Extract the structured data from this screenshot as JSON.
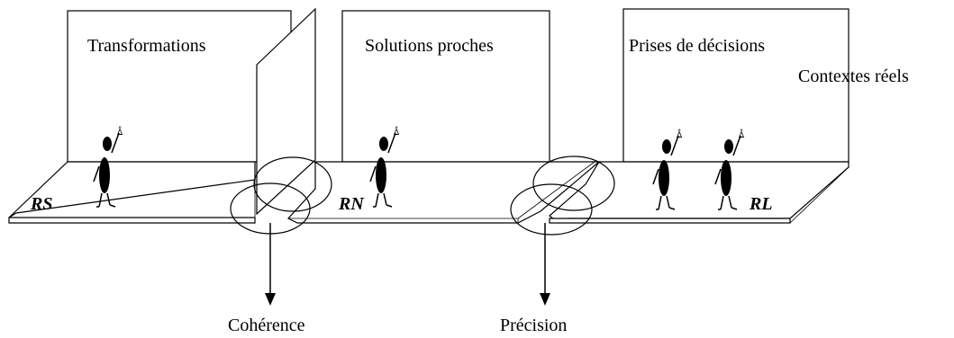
{
  "panels": {
    "left_title": "Transformations",
    "middle_title": "Solutions proches",
    "right_title": "Prises de décisions",
    "right_context": "Contextes réels"
  },
  "regions": {
    "left": "RS",
    "middle": "RN",
    "right": "RL"
  },
  "outputs": {
    "left": "Cohérence",
    "right": "Précision"
  }
}
